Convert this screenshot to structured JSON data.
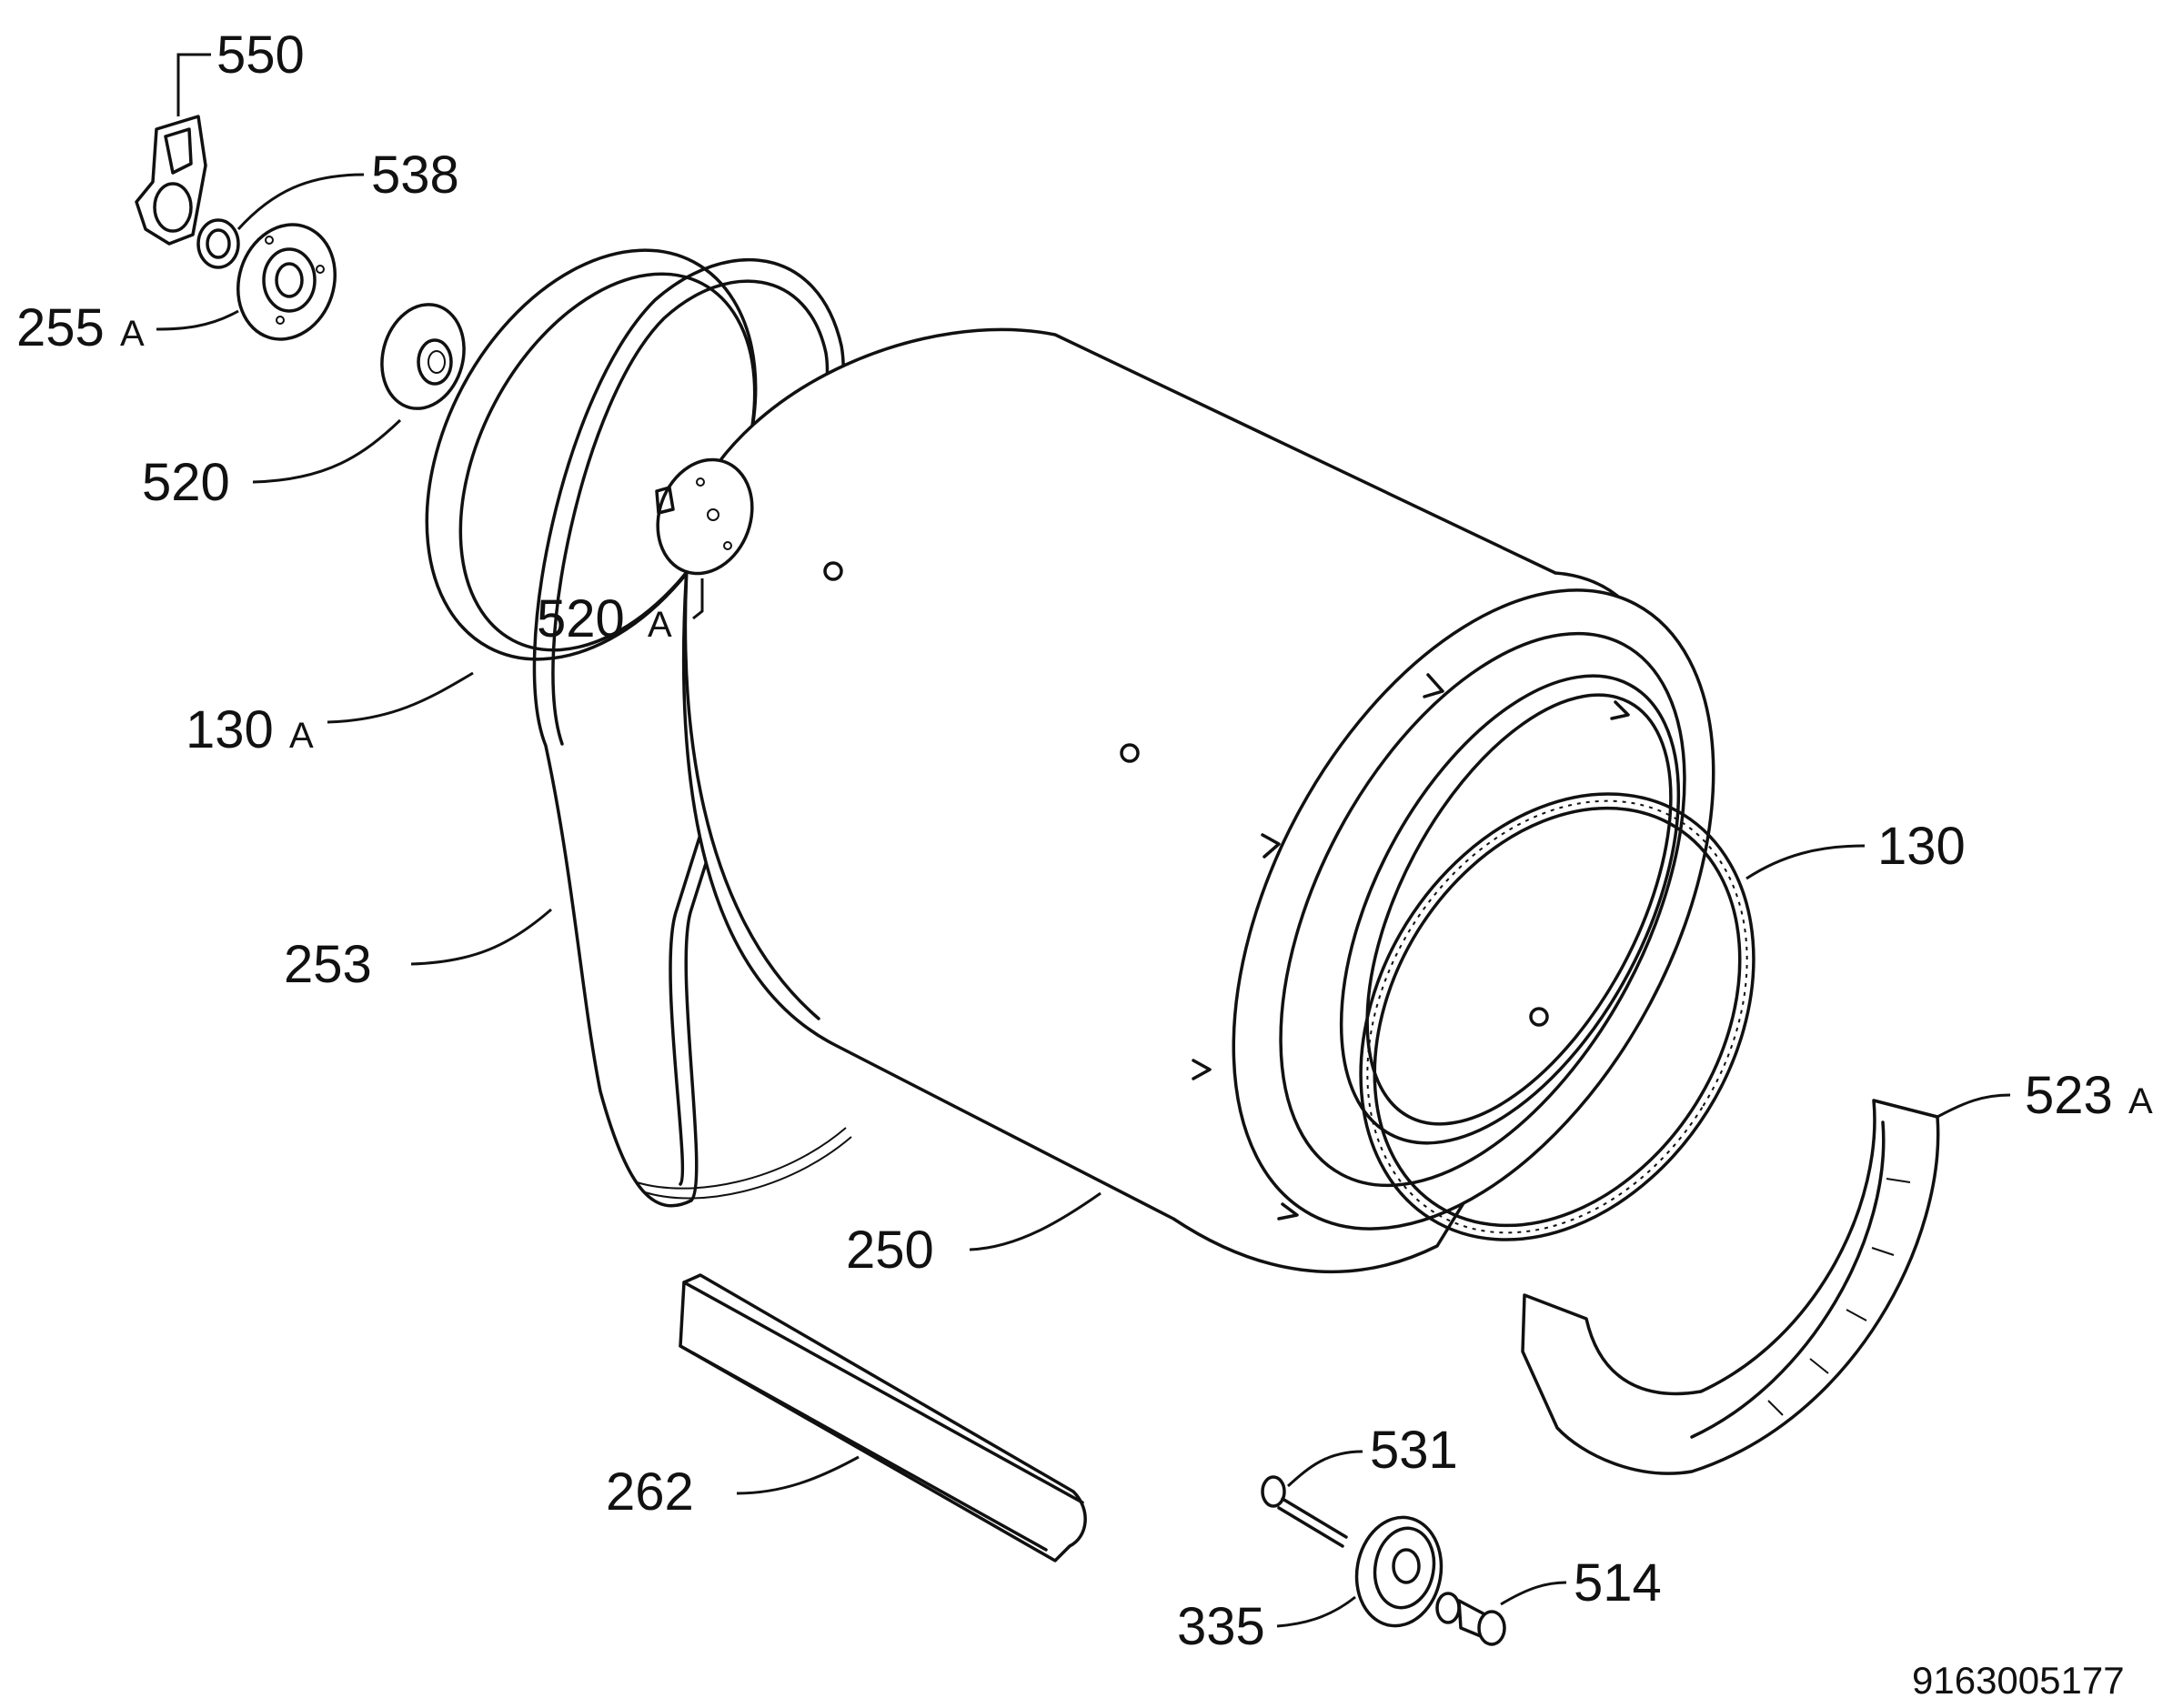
{
  "diagram": {
    "document_number": "9163005177",
    "labels": {
      "l550": "550",
      "l538": "538",
      "l255a": "255",
      "l255a_suffix": "A",
      "l520": "520",
      "l520a": "520",
      "l520a_suffix": "A",
      "l130a": "130",
      "l130a_suffix": "A",
      "l253": "253",
      "l130": "130",
      "l250": "250",
      "l523a": "523",
      "l523a_suffix": "A",
      "l262": "262",
      "l531": "531",
      "l335": "335",
      "l514": "514"
    }
  }
}
